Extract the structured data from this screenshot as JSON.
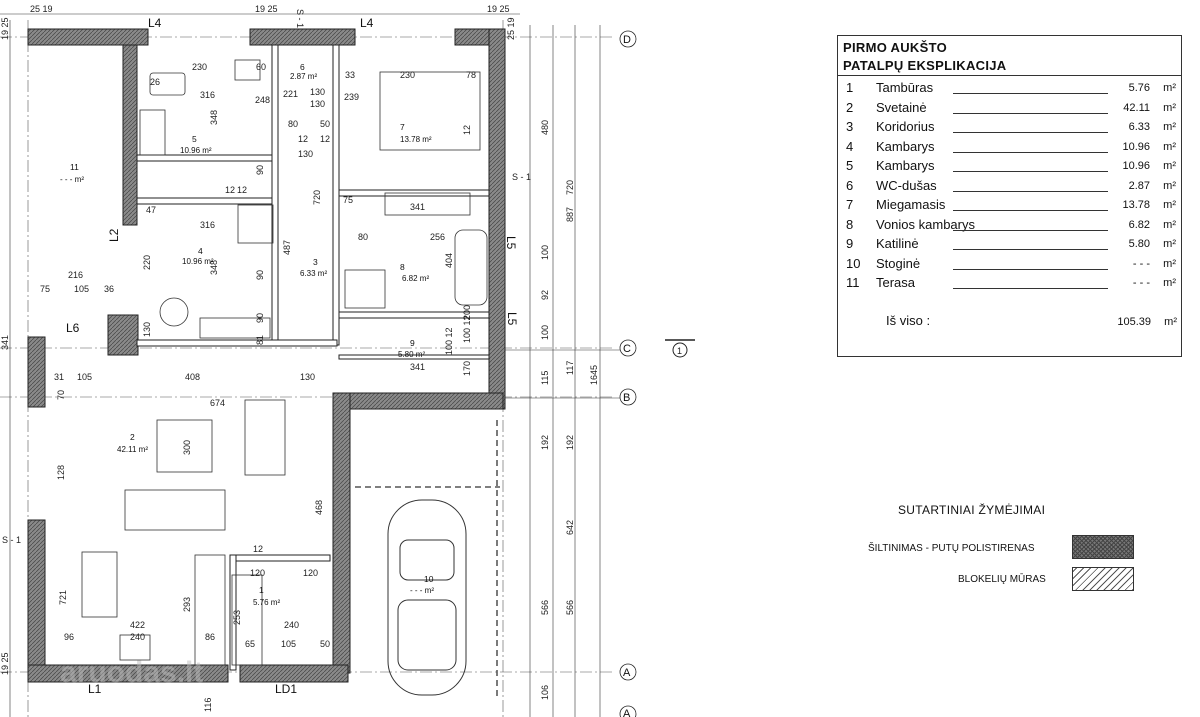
{
  "plan": {
    "rooms": [
      {
        "no": "1",
        "area": "5.76 m²"
      },
      {
        "no": "2",
        "area": "42.11 m²"
      },
      {
        "no": "3",
        "area": "6.33 m²"
      },
      {
        "no": "4",
        "area": "10.96 m²"
      },
      {
        "no": "5",
        "area": "10.96 m²"
      },
      {
        "no": "6",
        "area": "2.87 m²"
      },
      {
        "no": "7",
        "area": "13.78 m²"
      },
      {
        "no": "8",
        "area": "6.82 m²"
      },
      {
        "no": "9",
        "area": "5.80 m²"
      },
      {
        "no": "10",
        "area": "- - - m²"
      },
      {
        "no": "11",
        "area": "- - -  m²"
      }
    ],
    "wall_tags": [
      "L4",
      "L4",
      "L2",
      "L6",
      "L5",
      "L5",
      "L1",
      "LD1"
    ],
    "section_tags": [
      "S - 1",
      "S - 1",
      "S - 1"
    ],
    "axes": [
      "D",
      "C",
      "B",
      "A",
      "A"
    ],
    "section_marker": "1",
    "watermark": "aruodas.lt",
    "dims": {
      "top": [
        "25 19",
        "19 25",
        "19 25",
        "25"
      ],
      "horizontal": [
        "230",
        "60",
        "33",
        "230",
        "78",
        "26",
        "316",
        "248",
        "221",
        "130",
        "239",
        "130",
        "80",
        "50",
        "12",
        "12",
        "130",
        "12",
        "12",
        "341",
        "47",
        "316",
        "75",
        "80",
        "256",
        "216",
        "75",
        "105",
        "36",
        "31",
        "105",
        "408",
        "130",
        "341",
        "674",
        "120",
        "120",
        "96",
        "422",
        "240",
        "86",
        "240",
        "65",
        "105",
        "50",
        "12"
      ],
      "vertical": [
        "19 25",
        "348",
        "348",
        "90",
        "90",
        "720",
        "487",
        "220",
        "90",
        "130",
        "81",
        "12",
        "404",
        "200",
        "100 12",
        "100 12",
        "170",
        "70",
        "128",
        "300",
        "468",
        "721",
        "293",
        "253",
        "341",
        "19 25",
        "25 19",
        "19 25"
      ],
      "right": [
        "480",
        "720",
        "887",
        "100",
        "92",
        "100",
        "115",
        "117",
        "1645",
        "192",
        "192",
        "642",
        "566",
        "566",
        "106",
        "116"
      ]
    }
  },
  "legend": {
    "title_line1": "PIRMO AUKŠTO",
    "title_line2": "PATALPŲ EKSPLIKACIJA",
    "rows": [
      {
        "num": "1",
        "name": "Tambūras",
        "area": "5.76",
        "unit": "m²"
      },
      {
        "num": "2",
        "name": "Svetainė",
        "area": "42.11",
        "unit": "m²"
      },
      {
        "num": "3",
        "name": "Koridorius",
        "area": "6.33",
        "unit": "m²"
      },
      {
        "num": "4",
        "name": "Kambarys",
        "area": "10.96",
        "unit": "m²"
      },
      {
        "num": "5",
        "name": "Kambarys",
        "area": "10.96",
        "unit": "m²"
      },
      {
        "num": "6",
        "name": "WC-dušas",
        "area": "2.87",
        "unit": "m²"
      },
      {
        "num": "7",
        "name": "Miegamasis",
        "area": "13.78",
        "unit": "m²"
      },
      {
        "num": "8",
        "name": "Vonios kambarys",
        "area": "6.82",
        "unit": "m²"
      },
      {
        "num": "9",
        "name": "Katilinė",
        "area": "5.80",
        "unit": "m²"
      },
      {
        "num": "10",
        "name": "Stoginė",
        "area": "- - -",
        "unit": "m²"
      },
      {
        "num": "11",
        "name": "Terasa",
        "area": "- - -",
        "unit": "m²"
      }
    ],
    "total_label": "Iš viso :",
    "total_area": "105.39",
    "total_unit": "m²"
  },
  "symbols": {
    "title": "SUTARTINIAI ŽYMĖJIMAI",
    "insulation": "ŠILTINIMAS - PUTŲ POLISTIRENAS",
    "block_wall": "BLOKELIŲ MŪRAS"
  },
  "colors": {
    "wall_fill": "#8a8a8a",
    "line": "#222222",
    "grid": "#555555"
  }
}
